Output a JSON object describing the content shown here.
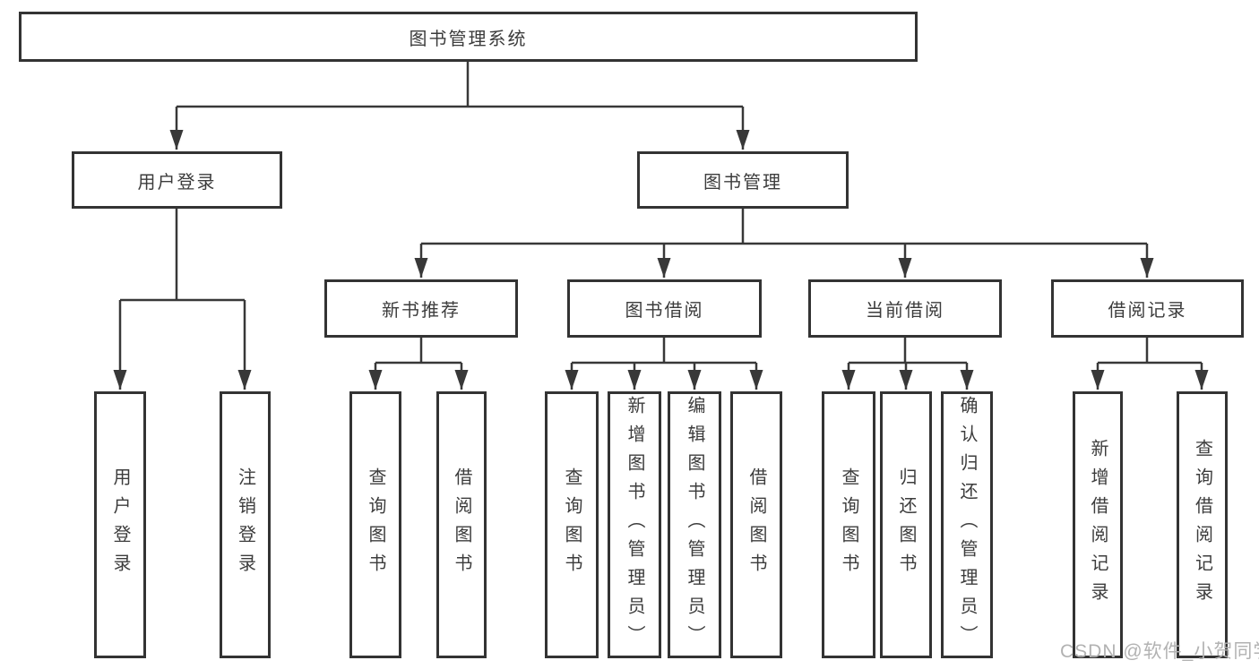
{
  "diagram": {
    "title": "图书管理系统",
    "type": "functional-decomposition-tree",
    "colors": {
      "background": "#ffffff",
      "line": "#383838",
      "box_border": "#333333",
      "text": "#3c3c3c",
      "watermark": "#b2b2b2"
    },
    "watermark": {
      "text": "CSDN @软件_小贺同学"
    }
  },
  "tree": {
    "label": "图书管理系统",
    "children": [
      {
        "label": "用户登录",
        "children": [
          {
            "label": "用户登录"
          },
          {
            "label": "注销登录"
          }
        ]
      },
      {
        "label": "图书管理",
        "children": [
          {
            "label": "新书推荐",
            "children": [
              {
                "label": "查询图书"
              },
              {
                "label": "借阅图书"
              }
            ]
          },
          {
            "label": "图书借阅",
            "children": [
              {
                "label": "查询图书"
              },
              {
                "label": "新增图书（管理员）"
              },
              {
                "label": "编辑图书（管理员）"
              },
              {
                "label": "借阅图书"
              }
            ]
          },
          {
            "label": "当前借阅",
            "children": [
              {
                "label": "查询图书"
              },
              {
                "label": "归还图书"
              },
              {
                "label": "确认归还（管理员）"
              }
            ]
          },
          {
            "label": "借阅记录",
            "children": [
              {
                "label": "新增借阅记录"
              },
              {
                "label": "查询借阅记录"
              }
            ]
          }
        ]
      }
    ]
  }
}
